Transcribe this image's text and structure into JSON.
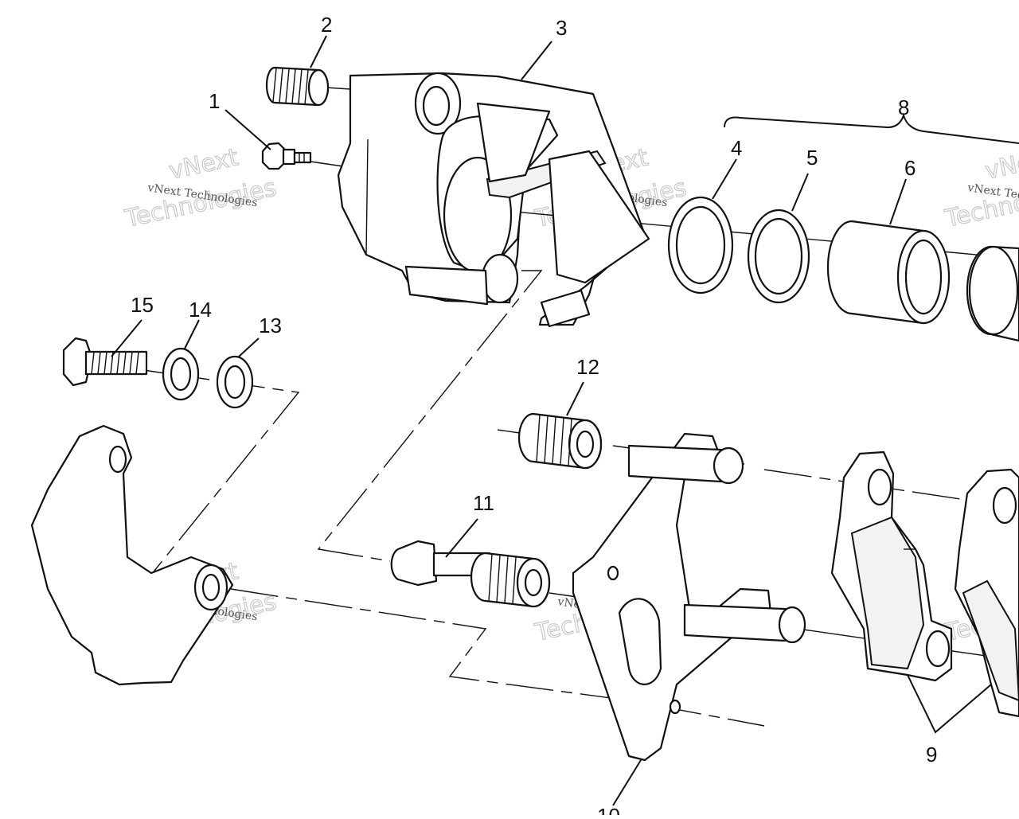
{
  "callouts": {
    "c1": "1",
    "c2": "2",
    "c3": "3",
    "c4": "4",
    "c5": "5",
    "c6": "6",
    "c8": "8",
    "c9": "9",
    "c10": "10",
    "c11": "11",
    "c12": "12",
    "c13": "13",
    "c14": "14",
    "c15": "15"
  },
  "watermark": {
    "line1": "vNext Technologies",
    "big": "Technologies",
    "big_top": "vNext"
  }
}
